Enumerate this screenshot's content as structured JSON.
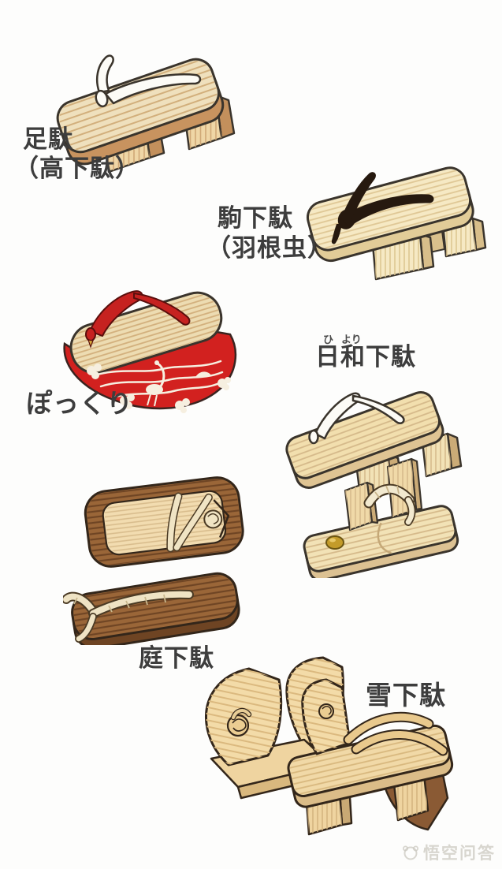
{
  "figure": {
    "title_note": "Types of Japanese geta sandals (illustrated chart)",
    "items": [
      {
        "name": "ashida",
        "label": "足駄",
        "sublabel": "（高下駄）"
      },
      {
        "name": "komageta",
        "label": "駒下駄",
        "sublabel": "（羽根虫）"
      },
      {
        "name": "pokkuri",
        "label": "ぽっくり"
      },
      {
        "name": "hiyori",
        "label": "日和下駄",
        "furigana": [
          "ひ",
          "より"
        ]
      },
      {
        "name": "niwa",
        "label": "庭下駄"
      },
      {
        "name": "yuki",
        "label": "雪下駄"
      }
    ],
    "colors": {
      "background": "#FDFDFC",
      "outline": "#3A342C",
      "label_text": "#3D3D3D",
      "light_wood": "#F2DFAE",
      "cream_wood": "#F6E9C4",
      "tan_wood": "#EFE0BD",
      "wood_edge": "#C8935F",
      "dark_wood": "#9A6638",
      "red_lacquer": "#D2211F",
      "strap_black": "#26190F",
      "strap_red": "#C62220",
      "strap_white": "#FCFBF6",
      "rope_cream": "#F0E4C4",
      "gold_peg": "#C39B2A"
    },
    "watermark": {
      "text": "悟空问答"
    }
  }
}
